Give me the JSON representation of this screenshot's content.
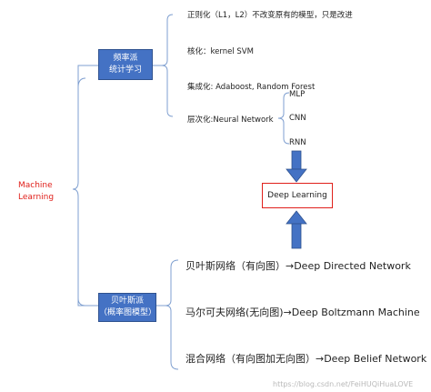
{
  "root": {
    "line1": "Machine",
    "line2": "Learning"
  },
  "freq_box": {
    "line1": "频率派",
    "line2": "统计学习"
  },
  "freq_items": [
    "正则化（L1，L2）不改变原有的模型，只是改进",
    "核化：kernel SVM",
    "集成化: Adaboost, Random Forest",
    "层次化:Neural Network"
  ],
  "nn_items": [
    "MLP",
    "CNN",
    "RNN"
  ],
  "deep_learning": "Deep Learning",
  "bayes_box": {
    "line1": "贝叶斯派",
    "line2": "（概率图模型）"
  },
  "bayes_items": [
    "贝叶斯网络（有向图）→Deep Directed Network",
    "马尔可夫网络(无向图)→Deep Boltzmann Machine",
    "混合网络（有向图加无向图）→Deep Belief Network"
  ],
  "watermark": "https://blog.csdn.net/FeiHUQiHuaLOVE",
  "colors": {
    "box": "#4472c4",
    "arrow": "#4472c4",
    "accent_red": "#e0201b",
    "line": "#7f9fd0"
  }
}
